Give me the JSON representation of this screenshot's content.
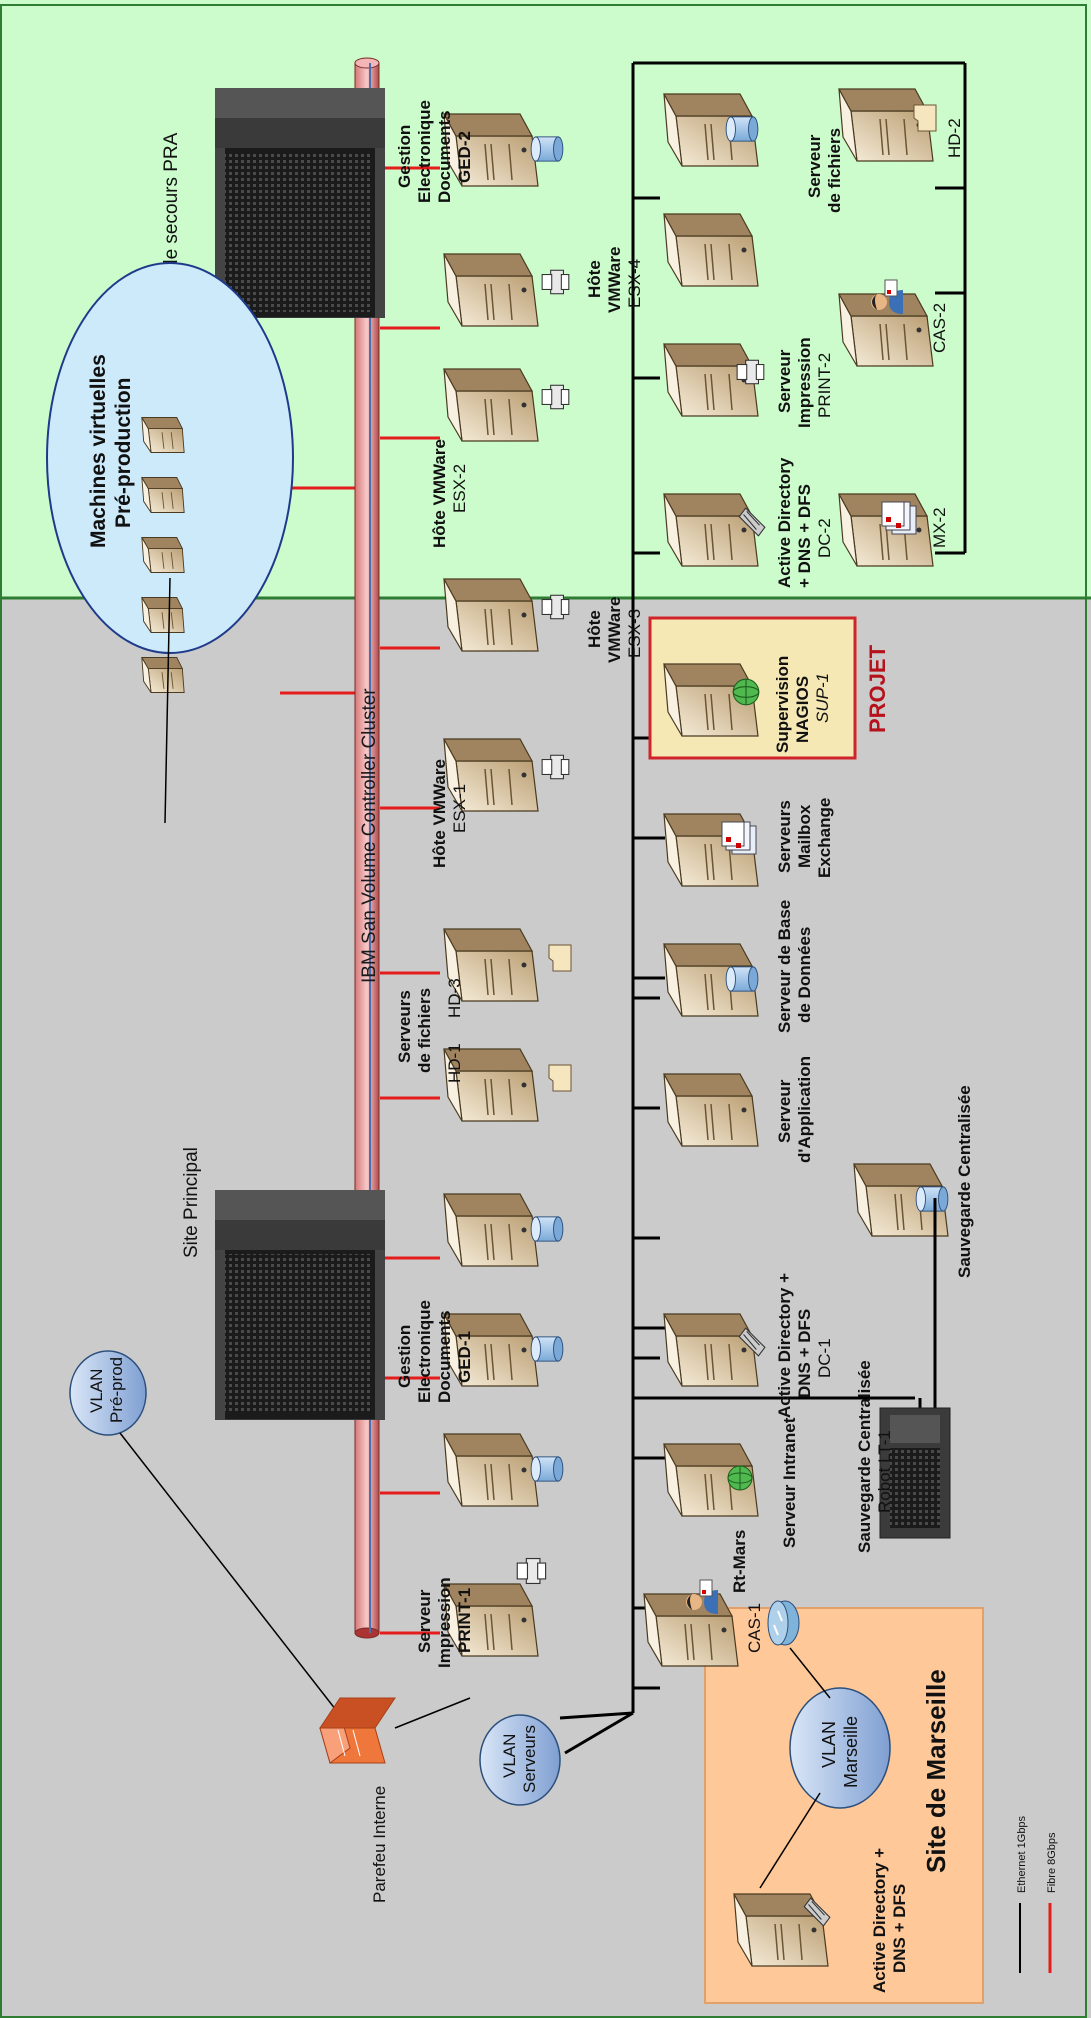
{
  "sites": {
    "principal": "Site Principal",
    "secours": "Site de secours PRA",
    "marseille": "Site de Marseille"
  },
  "san_cluster": "IBM San Volume Controller  Cluster",
  "virtual_machines": {
    "line1": "Machines virtuelles",
    "line2": "Pré-production"
  },
  "vlans": {
    "preprod": [
      "VLAN",
      "Pré-prod"
    ],
    "serveurs": [
      "VLAN",
      "Serveurs"
    ],
    "marseille": [
      "VLAN",
      "Marseille"
    ]
  },
  "firewall": "Parefeu Interne",
  "project": {
    "tag": "PROJET",
    "lines": [
      "Supervision",
      "NAGIOS"
    ],
    "id": "SUP-1"
  },
  "labels": {
    "print1": [
      "Serveur",
      "Impression",
      "PRINT-1"
    ],
    "ged1": [
      "Gestion",
      "Electronique",
      "Documents",
      "GED-1"
    ],
    "fichiers1": [
      "Serveurs",
      "de fichiers"
    ],
    "hd1": "HD-1",
    "hd3": "HD-3",
    "esx1": [
      "Hôte VMWare",
      "ESX-1"
    ],
    "esx3": [
      "Hôte",
      "VMWare",
      "ESX-3"
    ],
    "esx2": [
      "Hôte VMWare",
      "ESX-2"
    ],
    "esx4": [
      "Hôte",
      "VMWare",
      "ESX-4"
    ],
    "ged2": [
      "Gestion",
      "Electronique",
      "Documents",
      "GED-2"
    ],
    "cas1": "CAS-1",
    "intranet": "Serveur Intranet",
    "dc1": [
      "Active Directory +",
      "DNS + DFS",
      "DC-1"
    ],
    "app": [
      "Serveur",
      "d'Application"
    ],
    "bdd": [
      "Serveur de Base",
      "de Données"
    ],
    "mailbox": [
      "Serveurs",
      "Mailbox",
      "Exchange"
    ],
    "dc2": [
      "Active Directory",
      "+ DNS + DFS",
      "DC-2"
    ],
    "print2": [
      "Serveur",
      "Impression",
      "PRINT-2"
    ],
    "mx2": "MX-2",
    "cas2": "CAS-2",
    "fichiers2": [
      "Serveur",
      "de fichiers"
    ],
    "hd2": "HD-2",
    "robot": [
      "Sauvegarde Centralisée",
      "Robot LT-1"
    ],
    "backup": "Sauvegarde Centralisée",
    "rtmars": "Rt-Mars",
    "dc_marseille": [
      "Active Directory +",
      "DNS + DFS"
    ]
  },
  "legend": {
    "ethernet": "Ethernet 1Gbps",
    "fibre": "Fibre 8Gbps"
  },
  "colors": {
    "principal_bg": "#cbcbcb",
    "secours_bg": "#ccfccc",
    "marseille_bg": "#fec899",
    "fibre": "#e51c1c",
    "ethernet": "#000000",
    "project_border": "#d0242a",
    "project_bg": "#f5e8b5",
    "vm_ellipse": "#cdeafb"
  }
}
